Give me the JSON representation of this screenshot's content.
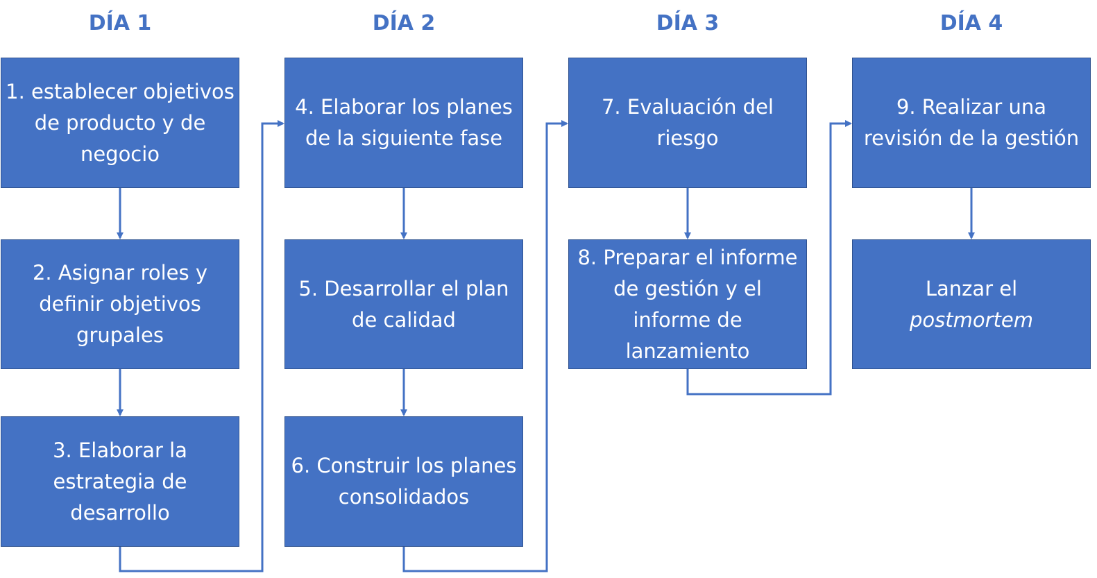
{
  "days": [
    {
      "label": "DÍA 1"
    },
    {
      "label": "DÍA 2"
    },
    {
      "label": "DÍA 3"
    },
    {
      "label": "DÍA 4"
    }
  ],
  "steps": {
    "s1": "1. establecer objetivos de producto y de negocio",
    "s2": "2. Asignar roles y definir objetivos grupales",
    "s3": "3. Elaborar la estrategia de desarrollo",
    "s4": "4. Elaborar los planes de la siguiente fase",
    "s5": "5. Desarrollar el plan de calidad",
    "s6": "6. Construir los planes consolidados",
    "s7": "7. Evaluación del riesgo",
    "s8": "8. Preparar el informe de gestión y el informe de lanzamiento",
    "s9": "9. Realizar una revisión de la gestión",
    "s10_prefix": "Lanzar el",
    "s10_emph": "postmortem"
  },
  "colors": {
    "box_fill": "#4472C4",
    "box_border": "#2F528F",
    "connector": "#4472C4",
    "day_text": "#4472C4"
  }
}
